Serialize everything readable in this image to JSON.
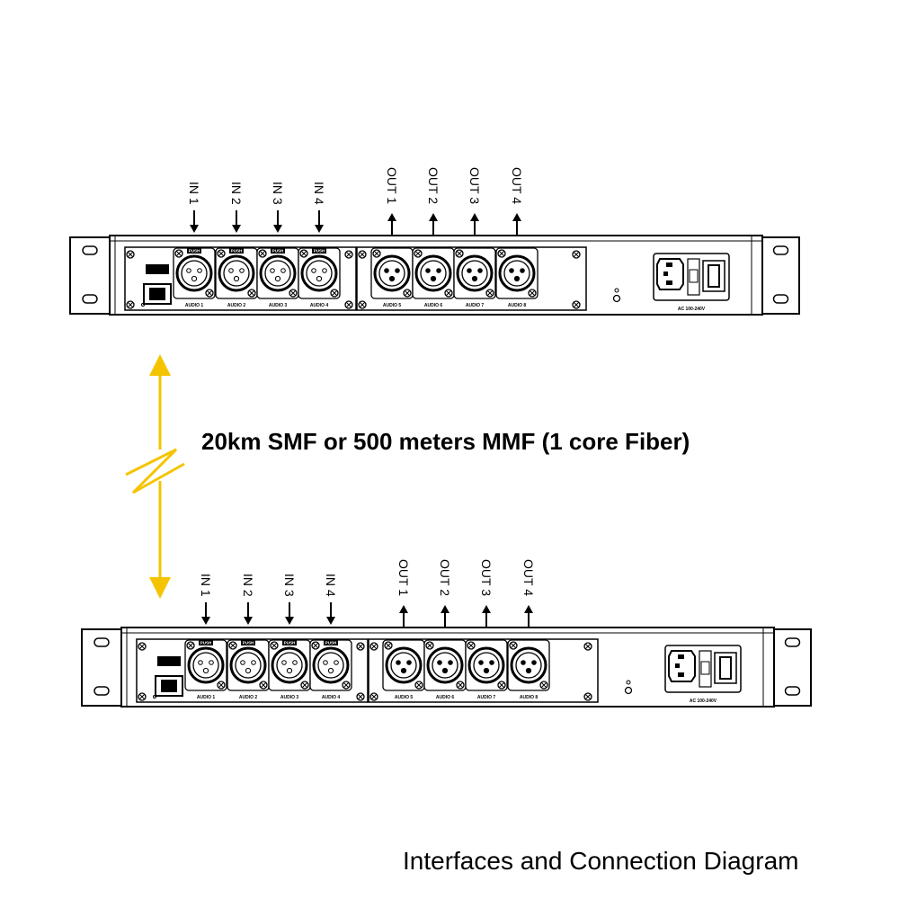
{
  "link_label": "20km SMF or 500 meters MMF (1 core Fiber)",
  "footer_title": "Interfaces and Connection Diagram",
  "colors": {
    "fiber_arrow": "#f5c400",
    "line": "#000000"
  },
  "devices": [
    {
      "id": "top",
      "inputs": [
        "IN 1",
        "IN 2",
        "IN 3",
        "IN 4"
      ],
      "outputs": [
        "OUT 1",
        "OUT 2",
        "OUT 3",
        "OUT 4"
      ],
      "port_labels": [
        "AUDIO 1",
        "AUDIO 2",
        "AUDIO 3",
        "AUDIO 4",
        "AUDIO 5",
        "AUDIO 6",
        "AUDIO 7",
        "AUDIO 8"
      ],
      "push_label": "PUSH",
      "power_label": "AC 100-240V"
    },
    {
      "id": "bottom",
      "inputs": [
        "IN 1",
        "IN 2",
        "IN 3",
        "IN 4"
      ],
      "outputs": [
        "OUT 1",
        "OUT 2",
        "OUT 3",
        "OUT 4"
      ],
      "port_labels": [
        "AUDIO 1",
        "AUDIO 2",
        "AUDIO 3",
        "AUDIO 4",
        "AUDIO 5",
        "AUDIO 6",
        "AUDIO 7",
        "AUDIO 8"
      ],
      "push_label": "PUSH",
      "power_label": "AC 100-240V"
    }
  ]
}
